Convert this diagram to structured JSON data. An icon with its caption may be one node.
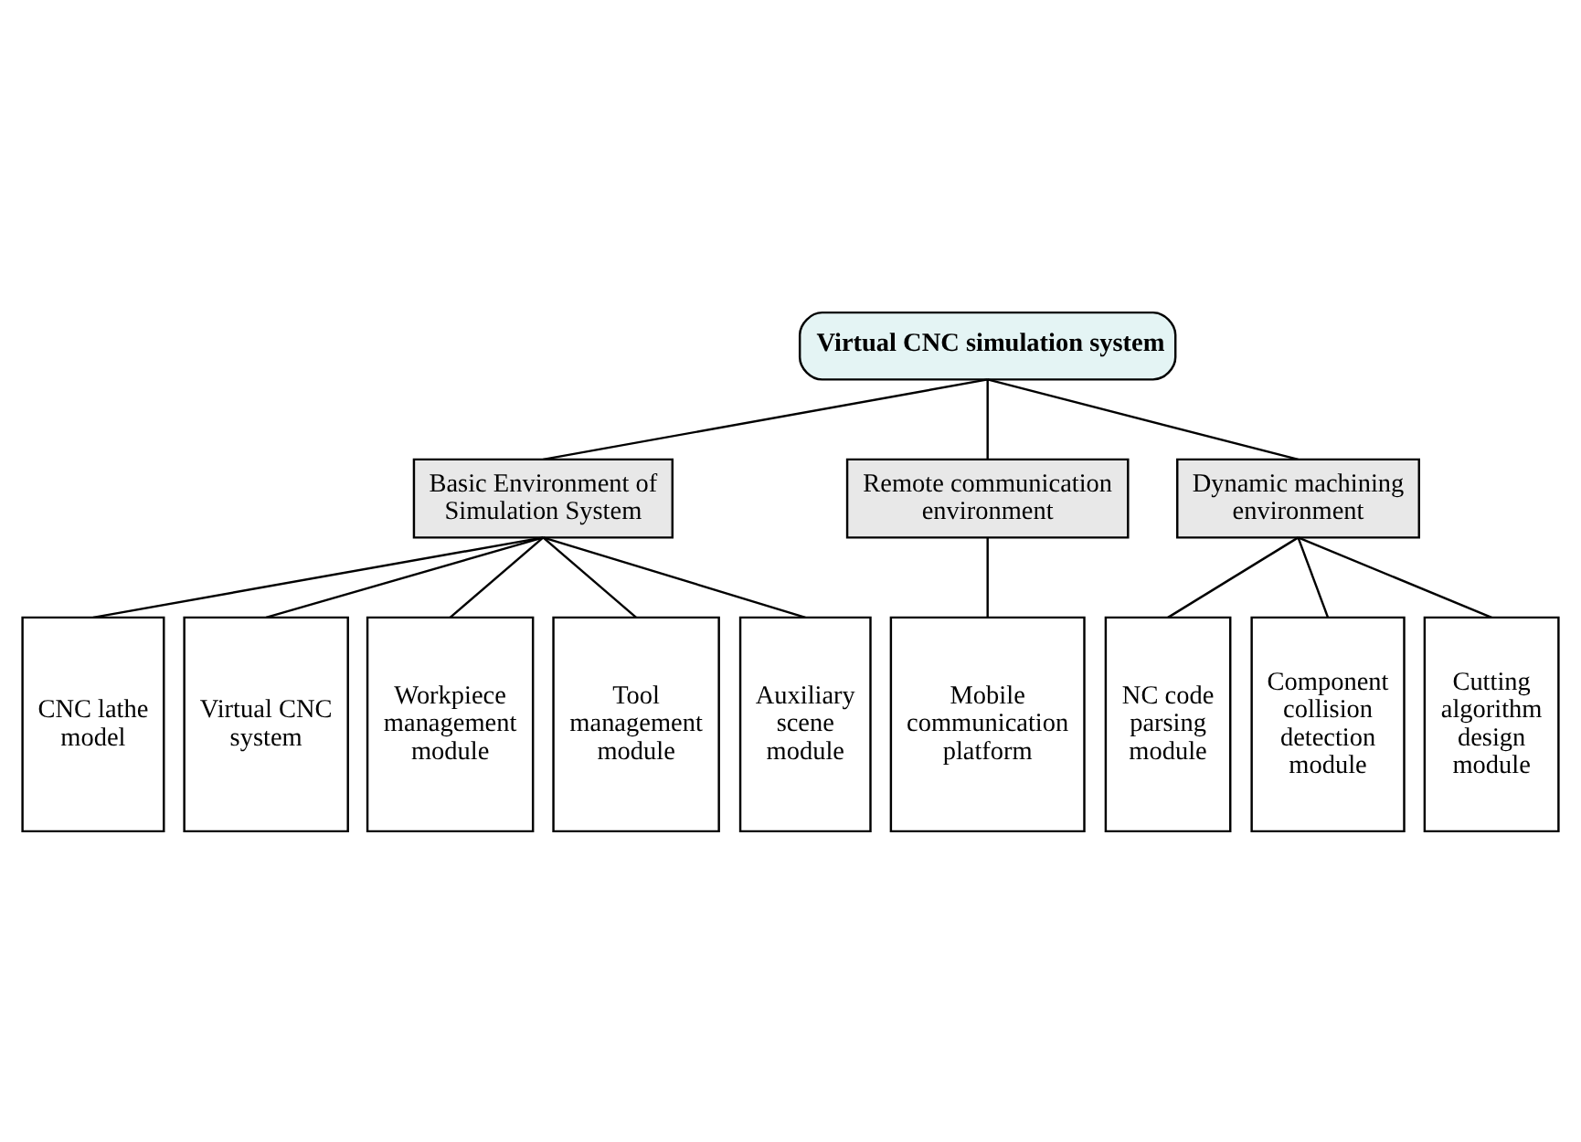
{
  "diagram": {
    "nodes": [
      {
        "text": [
          "Virtual CNC simulation system"
        ]
      },
      {
        "text": [
          "Basic Environment of Simulation System"
        ]
      },
      {
        "text": [
          "Remote communication environment"
        ]
      },
      {
        "text": [
          "Dynamic machining environment"
        ]
      },
      {
        "text": [
          "CNC lathe model"
        ]
      },
      {
        "text": [
          "Virtual CNC system"
        ]
      },
      {
        "text": [
          "Workpiece management module"
        ]
      },
      {
        "text": [
          "Tool management module"
        ]
      },
      {
        "text": [
          "Auxiliary scene module"
        ]
      },
      {
        "text": [
          "Mobile communication platform"
        ]
      },
      {
        "text": [
          "NC code parsing module"
        ]
      },
      {
        "text": [
          "Component collision detection module"
        ]
      },
      {
        "text": [
          "Cutting algorithm design module"
        ]
      }
    ],
    "edges": [
      {
        "from": 0,
        "to": 1,
        "arrow": "none"
      },
      {
        "from": 0,
        "to": 2,
        "arrow": "none"
      },
      {
        "from": 0,
        "to": 3,
        "arrow": "none"
      },
      {
        "from": 1,
        "to": 4,
        "arrow": "none"
      },
      {
        "from": 1,
        "to": 5,
        "arrow": "none"
      },
      {
        "from": 1,
        "to": 6,
        "arrow": "none"
      },
      {
        "from": 1,
        "to": 7,
        "arrow": "none"
      },
      {
        "from": 1,
        "to": 8,
        "arrow": "none"
      },
      {
        "from": 2,
        "to": 9,
        "arrow": "none"
      },
      {
        "from": 3,
        "to": 10,
        "arrow": "none"
      },
      {
        "from": 3,
        "to": 11,
        "arrow": "none"
      },
      {
        "from": 3,
        "to": 12,
        "arrow": "none"
      }
    ]
  }
}
